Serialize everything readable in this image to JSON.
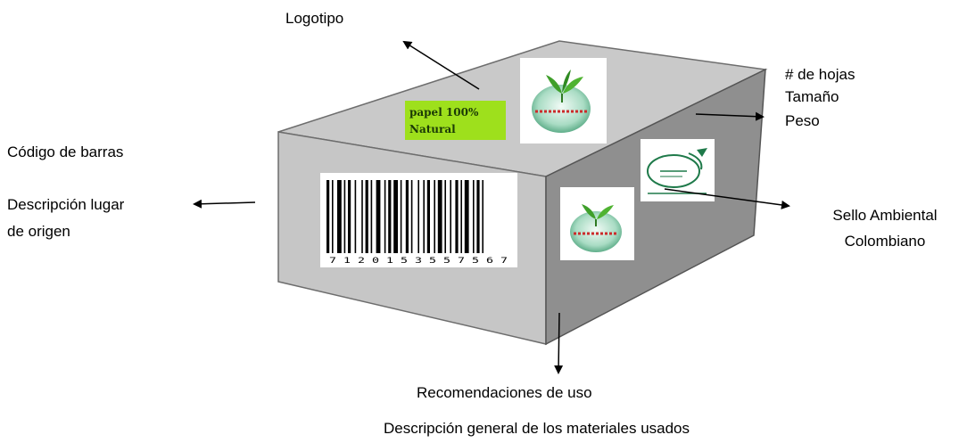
{
  "labels": {
    "logotipo": "Logotipo",
    "hojas": "# de hojas",
    "tamano": "Tamaño",
    "peso": "Peso",
    "codigo_barras": "Código de barras",
    "descripcion_lugar_1": "Descripción lugar",
    "descripcion_lugar_2": "de origen",
    "sello_1": "Sello Ambiental",
    "sello_2": "Colombiano",
    "recomendaciones": "Recomendaciones de uso",
    "descripcion_materiales": "Descripción general de los materiales usados"
  },
  "box": {
    "badge_line1": "papel 100%",
    "badge_line2": "Natural",
    "barcode_digits": "7 1 2 0 1 5 3 5 5 7 5 6 7"
  },
  "colors": {
    "top_face": "#c8c8c8",
    "front_face": "#c4c4c4",
    "side_face": "#8c8c8c",
    "badge": "#9ee01c",
    "leaf": "#3f9f2a",
    "globe": "#b7e1d0",
    "seal": "#1f7a4a"
  }
}
